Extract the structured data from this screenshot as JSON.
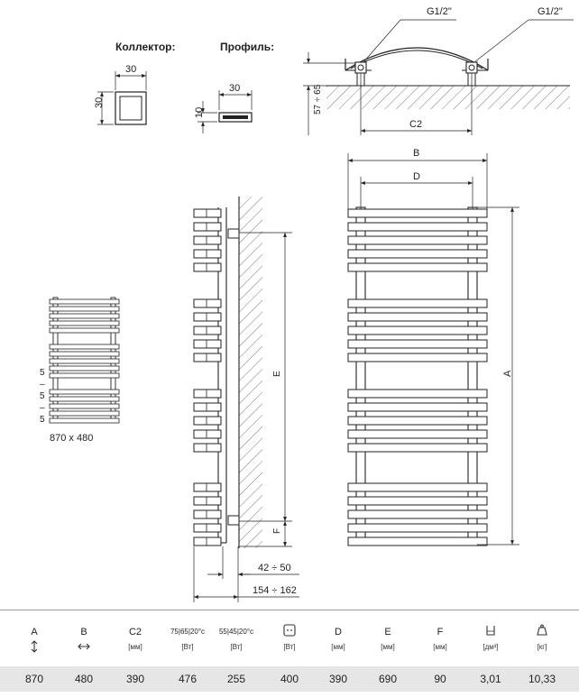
{
  "labels": {
    "collector": "Коллектор:",
    "profile": "Профиль:",
    "collector_width": "30",
    "collector_height": "30",
    "profile_width": "30",
    "profile_height": "10",
    "thread_left": "G1/2\"",
    "thread_right": "G1/2\"",
    "wall_gap": "57 ÷ 65",
    "c2": "C2",
    "b": "B",
    "d": "D",
    "a": "A",
    "e": "E",
    "f": "F",
    "offset_1": "42 ÷ 50",
    "offset_2": "154 ÷ 162",
    "section_digits": [
      "5",
      "–",
      "5",
      "–",
      "5"
    ],
    "model_size": "870 x 480"
  },
  "table": {
    "columns": [
      {
        "key": "A",
        "unit": "",
        "icon": "vertical-arrow"
      },
      {
        "key": "B",
        "unit": "",
        "icon": "horizontal-arrow"
      },
      {
        "key": "C2",
        "unit": "[мм]"
      },
      {
        "key": "75|65|20°c",
        "unit": "[Вт]"
      },
      {
        "key": "55|45|20°c",
        "unit": "[Вт]"
      },
      {
        "key": "",
        "unit": "[Вт]",
        "icon": "socket"
      },
      {
        "key": "D",
        "unit": "[мм]"
      },
      {
        "key": "E",
        "unit": "[мм]"
      },
      {
        "key": "F",
        "unit": "[мм]"
      },
      {
        "key": "",
        "unit": "[дм³]",
        "icon": "volume"
      },
      {
        "key": "",
        "unit": "[кг]",
        "icon": "weight"
      }
    ],
    "values": [
      "870",
      "480",
      "390",
      "476",
      "255",
      "400",
      "390",
      "690",
      "90",
      "3,01",
      "10,33"
    ]
  }
}
